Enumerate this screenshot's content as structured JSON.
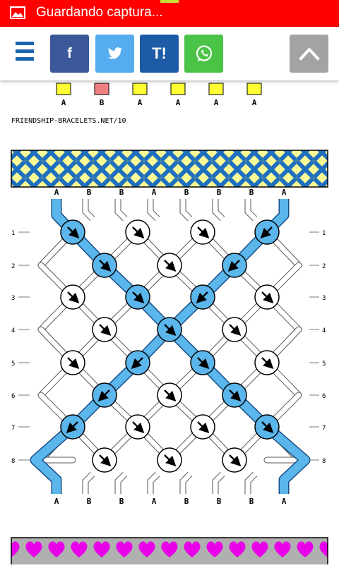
{
  "status_bar": {
    "text": "Guardando captura...",
    "icon": "image-icon",
    "background": "#ff0000"
  },
  "toolbar": {
    "menu_icon": "hamburger-menu-icon",
    "buttons": [
      {
        "name": "facebook-share-button",
        "label": "f",
        "color": "#3b5998"
      },
      {
        "name": "twitter-share-button",
        "icon": "twitter-bird-icon",
        "color": "#55acee"
      },
      {
        "name": "tuenti-share-button",
        "label": "T!",
        "color": "#1d5ba6"
      },
      {
        "name": "whatsapp-share-button",
        "icon": "whatsapp-icon",
        "color": "#4bc347"
      },
      {
        "name": "scroll-to-top-button",
        "icon": "chevron-up-icon",
        "color": "#a3a3a3"
      }
    ]
  },
  "pattern": {
    "legend_letters": [
      "A",
      "B",
      "A",
      "A",
      "A",
      "A"
    ],
    "legend_colors": [
      "#ffff33",
      "#f07f7f",
      "#ffff33",
      "#ffff33",
      "#ffff33",
      "#ffff33"
    ],
    "site_label": "FRIENDSHIP-BRACELETS.NET/10",
    "top_strings": [
      "A",
      "B",
      "B",
      "A",
      "B",
      "B",
      "B",
      "A"
    ],
    "bottom_strings": [
      "A",
      "B",
      "B",
      "A",
      "B",
      "B",
      "B",
      "A"
    ],
    "row_numbers": [
      "1",
      "2",
      "3",
      "4",
      "5",
      "6",
      "7",
      "8"
    ],
    "color_a": "#ffff99",
    "color_b": "#1e6fbf",
    "thread_color": "#5bb6ec",
    "knot_blue": "#5bb6ec"
  }
}
